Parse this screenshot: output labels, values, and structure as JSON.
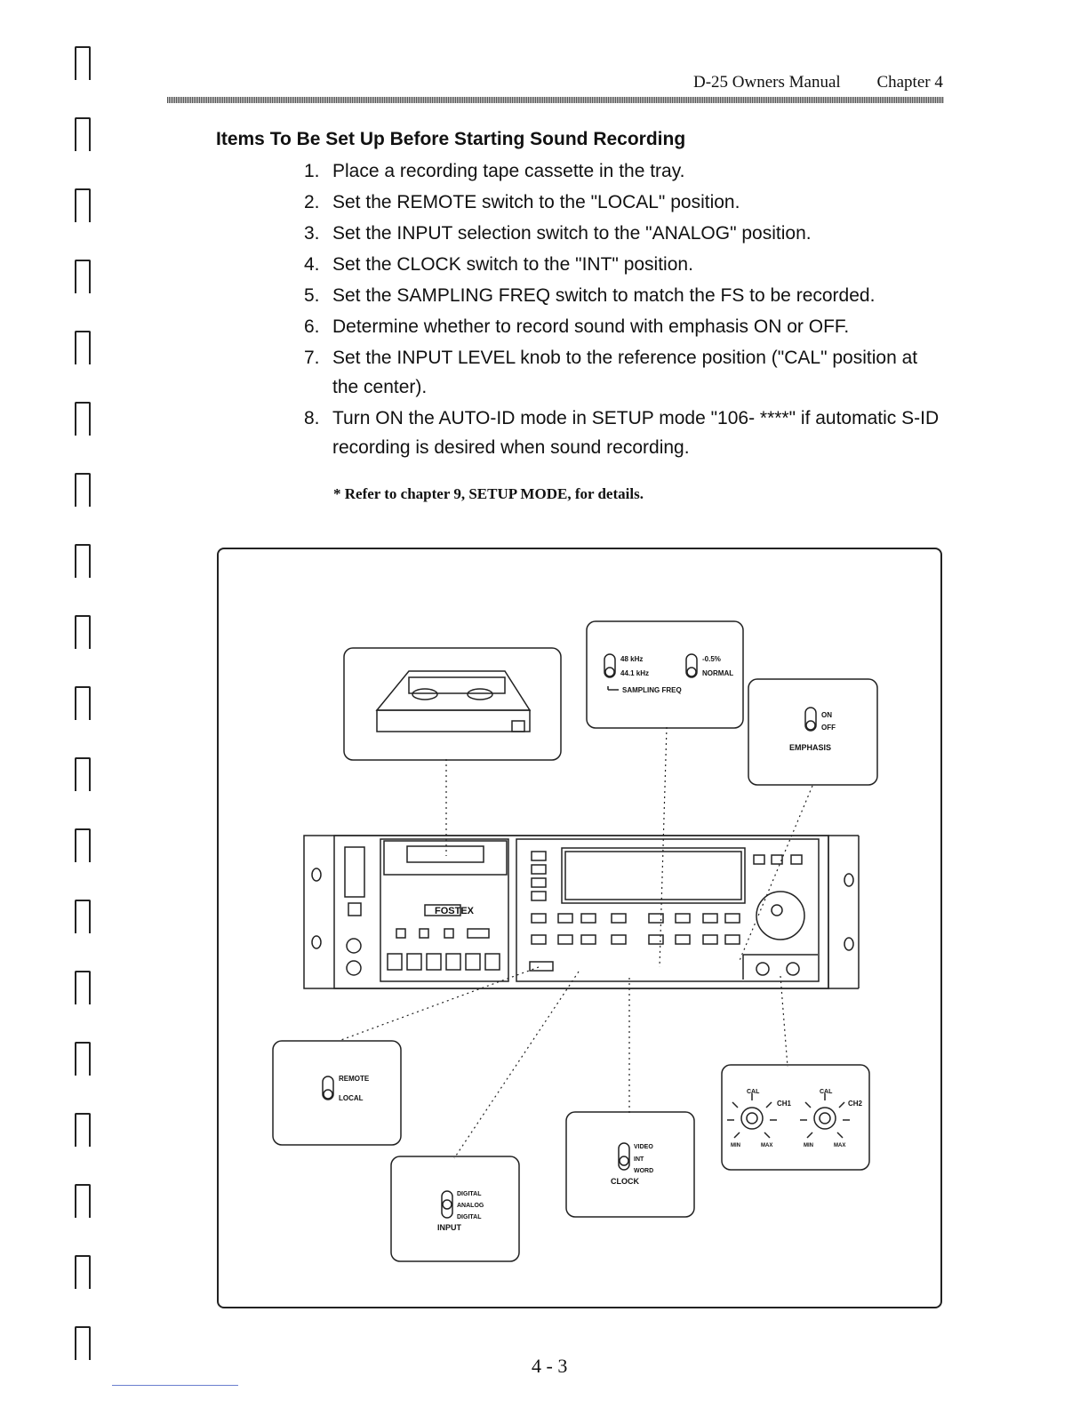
{
  "header": {
    "manual": "D-25  Owners Manual",
    "chapter": "Chapter 4"
  },
  "section_title": "Items To Be Set Up Before Starting Sound Recording",
  "steps": [
    {
      "num": "1.",
      "text": "Place a recording tape cassette in the tray."
    },
    {
      "num": "2.",
      "text": "Set the REMOTE switch to the \"LOCAL\" position."
    },
    {
      "num": "3.",
      "text": "Set the INPUT selection switch to the \"ANALOG\" position."
    },
    {
      "num": "4.",
      "text": "Set the CLOCK switch to the \"INT\" position."
    },
    {
      "num": "5.",
      "text": "Set the SAMPLING FREQ switch to match the FS to be recorded."
    },
    {
      "num": "6.",
      "text": "Determine whether to record sound with emphasis ON or OFF."
    },
    {
      "num": "7.",
      "text": "Set the INPUT LEVEL knob to the reference position (\"CAL\" position at the center)."
    },
    {
      "num": "8.",
      "text": "Turn ON the AUTO-ID mode in SETUP mode \"106- ****\" if automatic S-ID recording is desired when sound recording."
    }
  ],
  "note": "* Refer to chapter 9, SETUP MODE, for details.",
  "figure": {
    "brand": "FOSTEX",
    "sampling_freq": {
      "opt1": "48 kHz",
      "opt2": "44.1 kHz",
      "opt3": "-0.5%",
      "opt4": "NORMAL",
      "label": "SAMPLING FREQ"
    },
    "emphasis": {
      "on": "ON",
      "off": "OFF",
      "label": "EMPHASIS"
    },
    "remote": {
      "remote": "REMOTE",
      "local": "LOCAL"
    },
    "input": {
      "digital1": "DIGITAL",
      "analog": "ANALOG",
      "digital2": "DIGITAL",
      "label": "INPUT"
    },
    "clock": {
      "video": "VIDEO",
      "int": "INT",
      "word": "WORD",
      "label": "CLOCK"
    },
    "level": {
      "ch1": "CH1",
      "ch2": "CH2",
      "cal": "CAL",
      "min": "MIN",
      "max": "MAX"
    }
  },
  "page_number": "4 - 3"
}
